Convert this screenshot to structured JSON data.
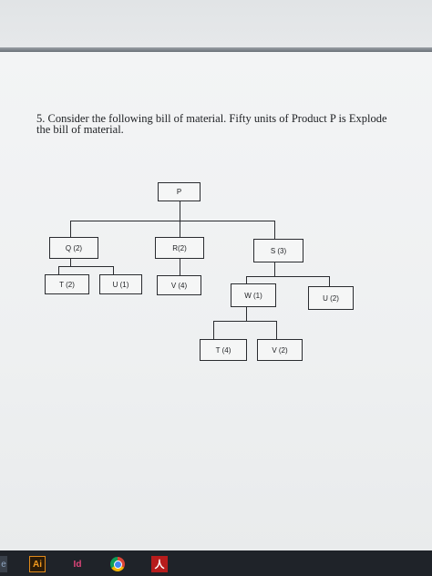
{
  "question": {
    "line1": "5. Consider the following bill of material. Fifty units of Product P is  Explode",
    "line2": "the bill of material."
  },
  "bom": {
    "root": "P",
    "level1": [
      "Q (2)",
      "R(2)",
      "S (3)"
    ],
    "q_children": [
      "T (2)",
      "U (1)"
    ],
    "r_children": [
      "V (4)"
    ],
    "s_children": [
      "W (1)",
      "U (2)"
    ],
    "w_children": [
      "T (4)",
      "V (2)"
    ]
  },
  "taskbar": {
    "edge_label": "e",
    "illustrator_label": "Ai",
    "indesign_label": "Id",
    "acrobat_label": "人"
  }
}
